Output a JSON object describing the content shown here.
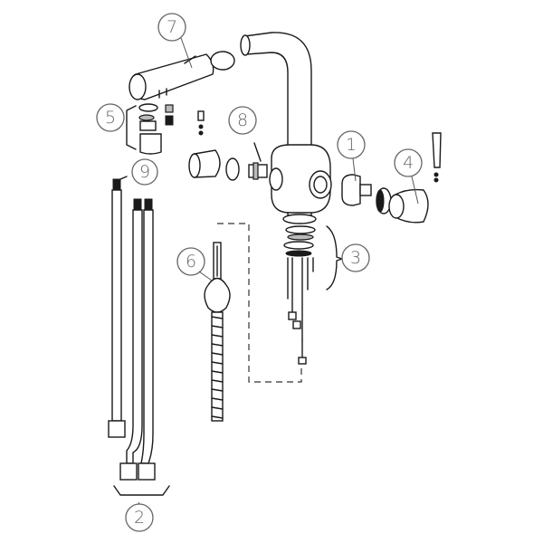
{
  "diagram": {
    "callouts": [
      {
        "id": "callout-1",
        "label": "1"
      },
      {
        "id": "callout-2",
        "label": "2"
      },
      {
        "id": "callout-3",
        "label": "3"
      },
      {
        "id": "callout-4",
        "label": "4"
      },
      {
        "id": "callout-5",
        "label": "5"
      },
      {
        "id": "callout-6",
        "label": "6"
      },
      {
        "id": "callout-7",
        "label": "7"
      },
      {
        "id": "callout-8",
        "label": "8"
      },
      {
        "id": "callout-9",
        "label": "9"
      }
    ],
    "colors": {
      "line": "#1a1a1a",
      "callout": "#666666"
    }
  }
}
